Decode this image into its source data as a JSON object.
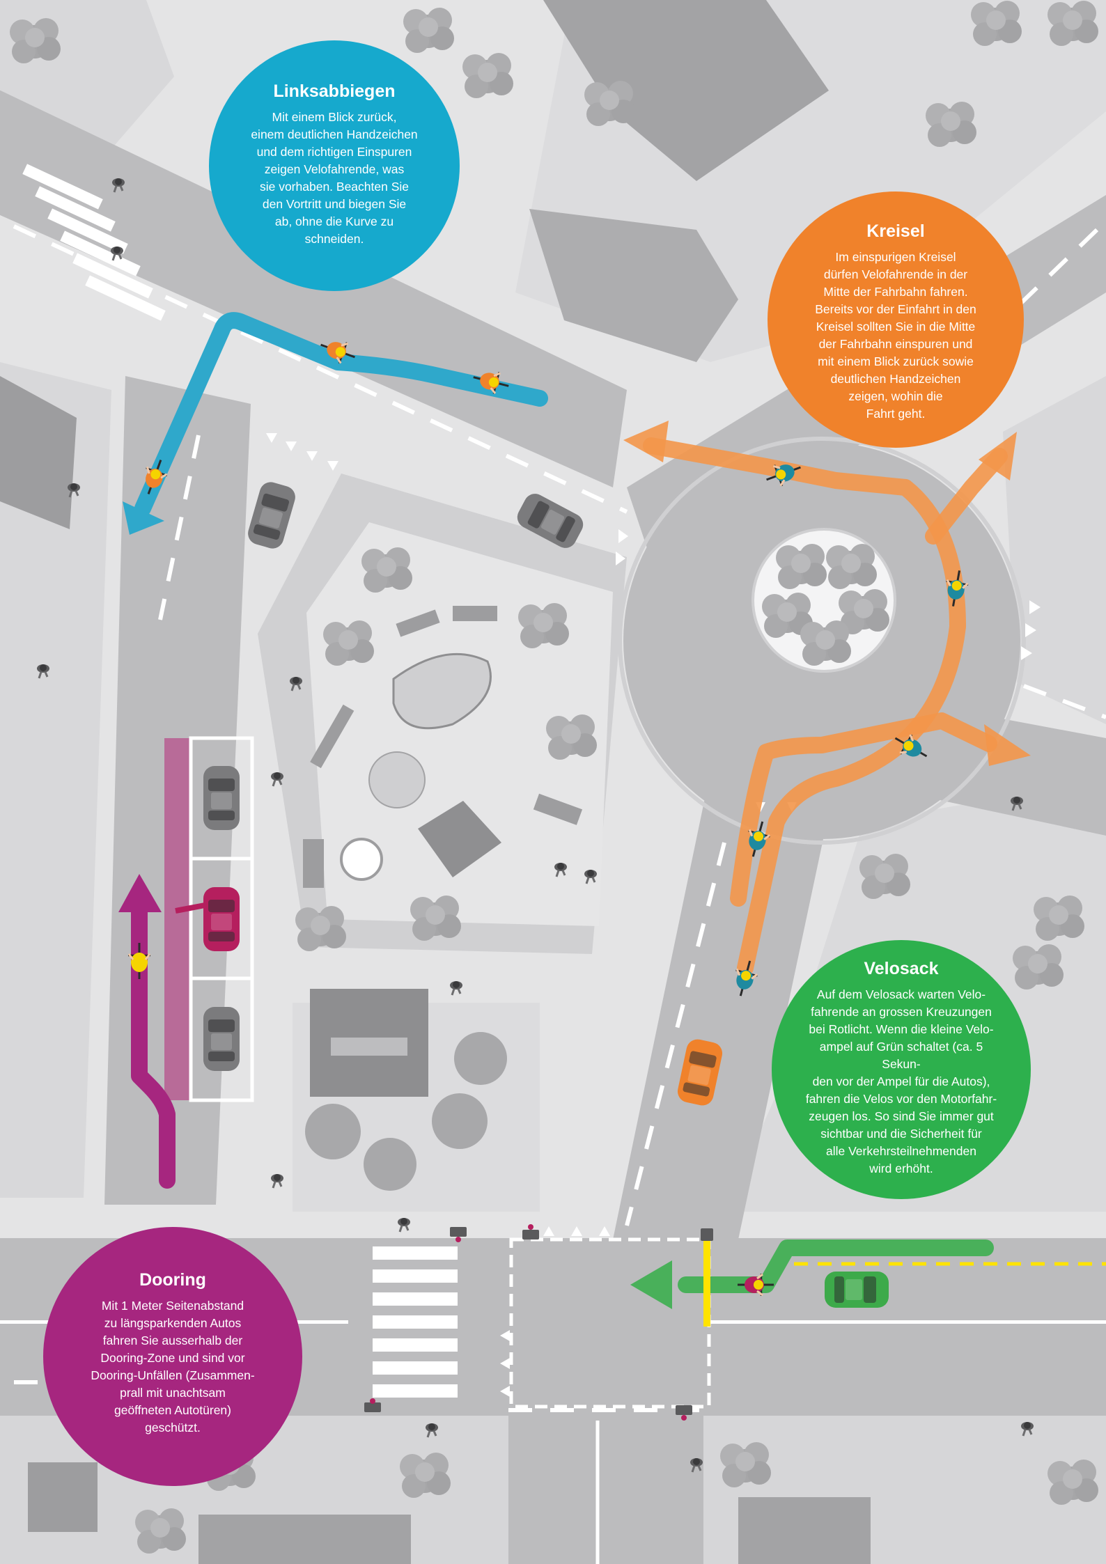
{
  "callouts": {
    "links": {
      "title": "Linksabbiegen",
      "lines": [
        "Mit einem Blick zurück,",
        "einem deutlichen Handzeichen",
        "und dem richtigen Einspuren",
        "zeigen Velofahrende, was",
        "sie vorhaben. Beachten Sie",
        "den Vortritt und biegen Sie",
        "ab, ohne die Kurve zu",
        "schneiden."
      ],
      "color": "#16a9cd"
    },
    "kreisel": {
      "title": "Kreisel",
      "lines": [
        "Im einspurigen Kreisel",
        "dürfen Velofahrende in der",
        "Mitte der Fahrbahn fahren.",
        "Bereits vor der Einfahrt in den",
        "Kreisel sollten Sie in die Mitte",
        "der Fahrbahn einspuren und",
        "mit einem Blick zurück sowie",
        "deutlichen Handzeichen",
        "zeigen, wohin die",
        "Fahrt geht."
      ],
      "color": "#f0822b"
    },
    "velosack": {
      "title": "Velosack",
      "lines": [
        "Auf dem Velosack warten Velo-",
        "fahrende an grossen Kreuzungen",
        "bei Rotlicht. Wenn die kleine Velo-",
        "ampel auf Grün schaltet (ca. 5 Sekun-",
        "den vor der Ampel für die Autos),",
        "fahren die Velos vor den Motorfahr-",
        "zeugen los. So sind Sie immer gut",
        "sichtbar und die Sicherheit für",
        "alle Verkehrsteilnehmenden",
        "wird erhöht."
      ],
      "color": "#2db04d"
    },
    "dooring": {
      "title": "Dooring",
      "lines": [
        "Mit 1 Meter Seitenabstand",
        "zu längsparkenden Autos",
        "fahren Sie ausserhalb der",
        "Dooring-Zone und sind vor",
        "Dooring-Unfällen (Zusammen-",
        "prall mit unachtsam",
        "geöffneten Autotüren)",
        "geschützt."
      ],
      "color": "#a6267f"
    }
  },
  "palette": {
    "ground": "#e4e4e5",
    "road": "#bcbcbe",
    "block": "#d2d2d4",
    "building": "#9d9d9f",
    "tree": "#a8a8aa",
    "car_grey": "#7b7b7d",
    "car_orange": "#f0822b",
    "car_magenta": "#b51f5e",
    "car_green": "#3daa4a",
    "signal_yellow": "#ffe300",
    "dooring_zone": "#b86b98"
  },
  "icons": [
    "cyclist-icon",
    "pedestrian-icon",
    "car-icon",
    "tree-icon",
    "arrow-icon",
    "traffic-light-icon"
  ]
}
